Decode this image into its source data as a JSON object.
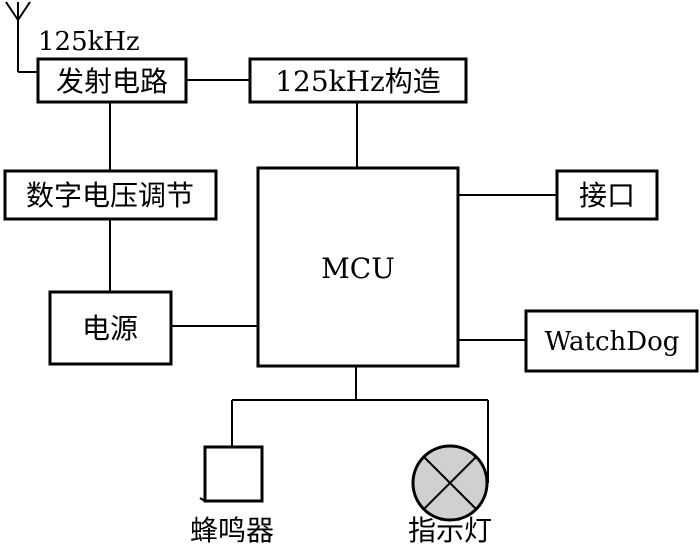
{
  "diagram": {
    "antenna_label": "125kHz",
    "blocks": {
      "transmit": "发射电路",
      "construct": "125kHz构造",
      "voltage_regulator": "数字电压调节",
      "power": "电源",
      "mcu": "MCU",
      "interface": "接口",
      "watchdog": "WatchDog",
      "buzzer": "蜂鸣器",
      "indicator": "指示灯"
    },
    "colors": {
      "line": "#000000",
      "lamp_fill": "#d0d0d0"
    }
  }
}
